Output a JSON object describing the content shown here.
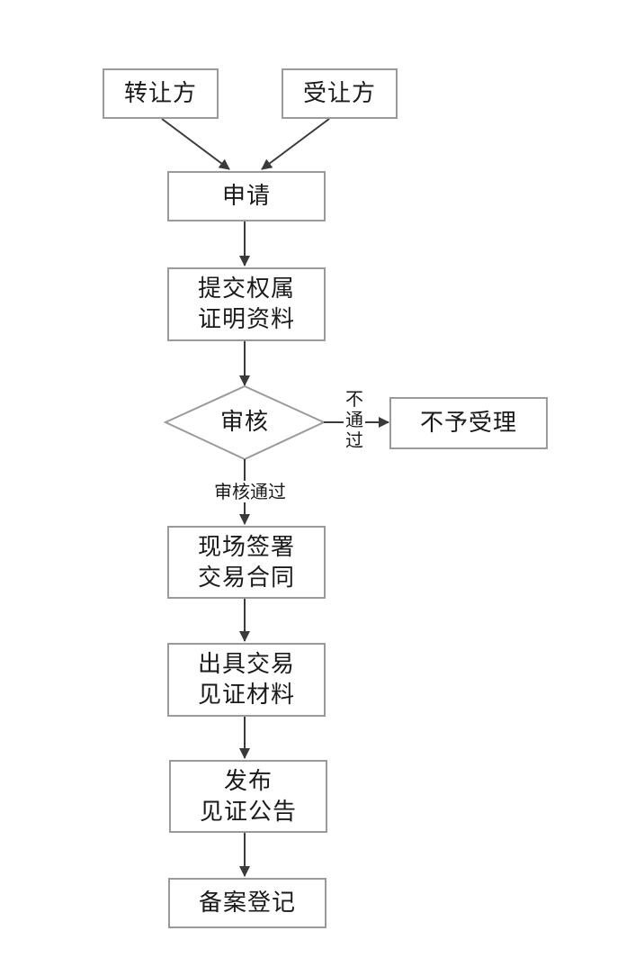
{
  "nodes": {
    "transferor": {
      "text": "转让方"
    },
    "transferee": {
      "text": "受让方"
    },
    "apply": {
      "text": "申请"
    },
    "submit_docs": {
      "lines": [
        "提交权属",
        "证明资料"
      ]
    },
    "review": {
      "text": "审核"
    },
    "not_accepted": {
      "text": "不予受理"
    },
    "sign_contract": {
      "lines": [
        "现场签署",
        "交易合同"
      ]
    },
    "issue_certificate": {
      "lines": [
        "出具交易",
        "见证材料"
      ]
    },
    "publish_notice": {
      "lines": [
        "发布",
        "见证公告"
      ]
    },
    "record_register": {
      "text": "备案登记"
    }
  },
  "edges": {
    "review_failed": {
      "chars": [
        "不",
        "通",
        "过"
      ]
    },
    "review_passed": {
      "text": "审核通过"
    }
  },
  "colors": {
    "node_border": "#9a9a9a",
    "arrow": "#3a3a3a",
    "text": "#1a1a1a"
  }
}
